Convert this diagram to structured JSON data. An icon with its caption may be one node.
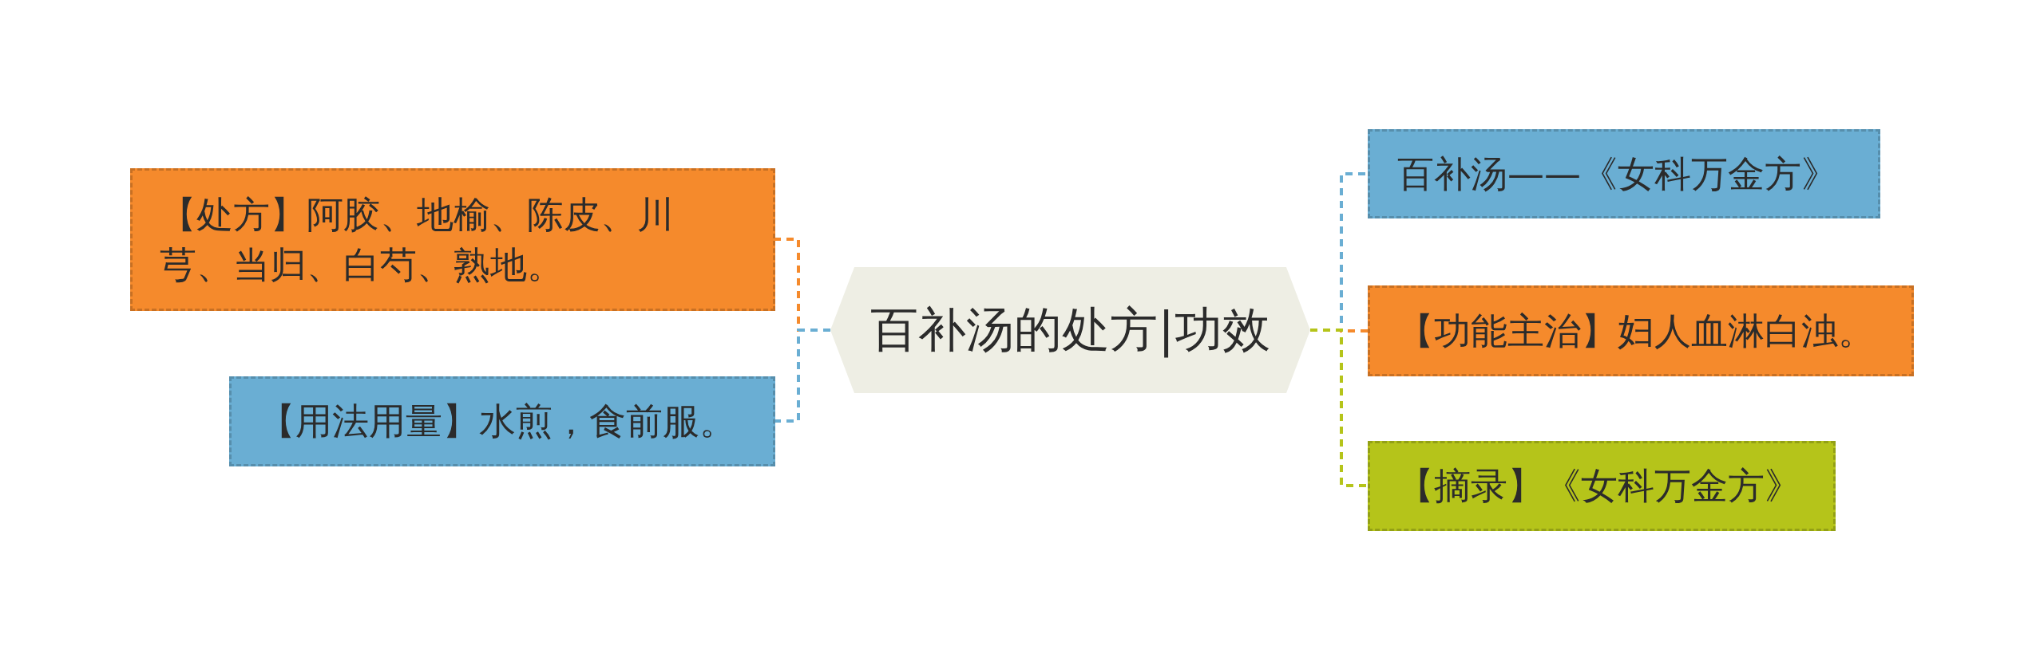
{
  "diagram": {
    "nodes": [
      {
        "text": [
          "百补汤的处方|功效"
        ]
      },
      {
        "text": [
          "【处方】阿胶、地榆、陈皮、川芎、当归、白芍、熟地。"
        ]
      },
      {
        "text": [
          "【用法用量】水煎，食前服。"
        ]
      },
      {
        "text": [
          "百补汤——《女科万金方》"
        ]
      },
      {
        "text": [
          "【功能主治】妇人血淋白浊。"
        ]
      },
      {
        "text": [
          "【摘录】《女科万金方》"
        ]
      }
    ],
    "edges": [
      {
        "from": 0,
        "to": 1,
        "arrow": "none",
        "style": "dashed",
        "color": "#f58a2c"
      },
      {
        "from": 0,
        "to": 2,
        "arrow": "none",
        "style": "dashed",
        "color": "#6aaed3"
      },
      {
        "from": 0,
        "to": 3,
        "arrow": "none",
        "style": "dashed",
        "color": "#6aaed3"
      },
      {
        "from": 0,
        "to": 4,
        "arrow": "none",
        "style": "dashed",
        "color": "#f58a2c"
      },
      {
        "from": 0,
        "to": 5,
        "arrow": "none",
        "style": "dashed",
        "color": "#b5c41a"
      }
    ]
  }
}
